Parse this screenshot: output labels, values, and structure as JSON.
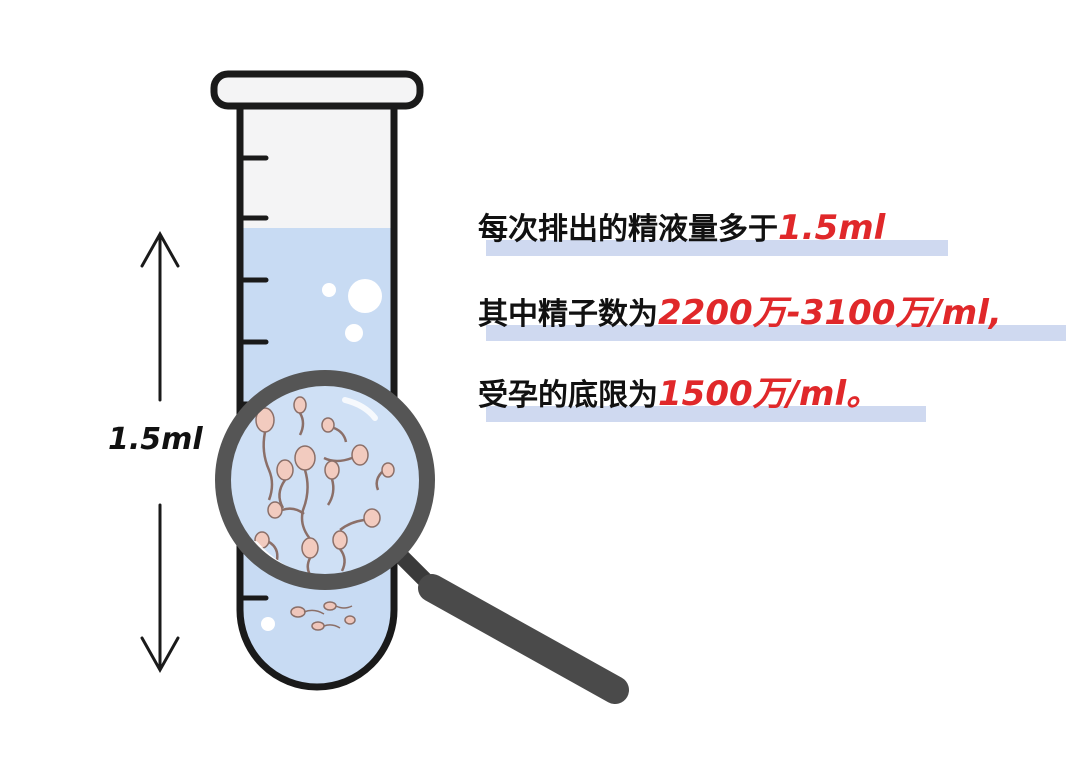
{
  "arrow_label": "1.5ml",
  "lines": [
    {
      "prefix": "每次排出的精液量多于",
      "value": "1.5ml"
    },
    {
      "prefix": "其中精子数为",
      "value": "2200万-3100万/ml,"
    },
    {
      "prefix": "受孕的底限为",
      "value": "1500万/ml。"
    }
  ],
  "colors": {
    "liquid": "#c8dbf3",
    "highlight_red": "#e0282a",
    "underline_blue": "#cfd9f0",
    "sperm": "#efc6bb"
  }
}
